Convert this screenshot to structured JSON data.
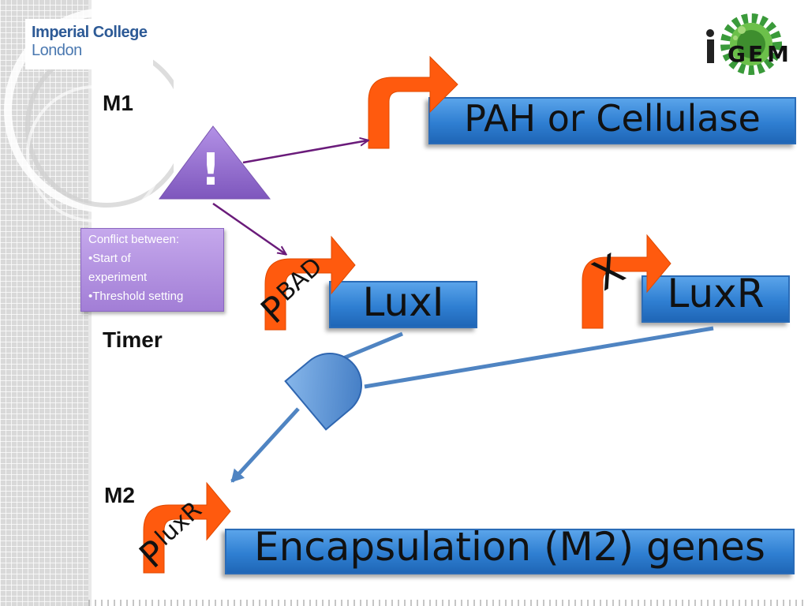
{
  "header": {
    "logo_line1": "Imperial College",
    "logo_line2": "London",
    "igem_letters": [
      "i",
      "G",
      "E",
      "M"
    ]
  },
  "module_labels": {
    "m1": "M1",
    "timer": "Timer",
    "m2": "M2"
  },
  "warning": {
    "symbol": "!"
  },
  "note": {
    "title": "Conflict between:",
    "items": [
      "•Start of experiment",
      "•Threshold setting"
    ],
    "lines": [
      "Conflict between:",
      "•Start of",
      "experiment",
      "•Threshold setting"
    ]
  },
  "genes": {
    "top": "PAH or Cellulase",
    "luxi": "LuxI",
    "luxr": "LuxR",
    "bottom": "Encapsulation (M2) genes"
  },
  "promoters": {
    "pbad_p": "P",
    "pbad_sub": "BAD",
    "pluxr_p": "P",
    "pluxr_sub": "luxR",
    "knockout": "X"
  },
  "colors": {
    "promoter_orange": "#ff5a0e",
    "gene_blue": "#2f7fd2",
    "warning_purple": "#8d66c6",
    "connector_purple": "#6a1b7a",
    "connector_blue": "#4f84c2"
  }
}
